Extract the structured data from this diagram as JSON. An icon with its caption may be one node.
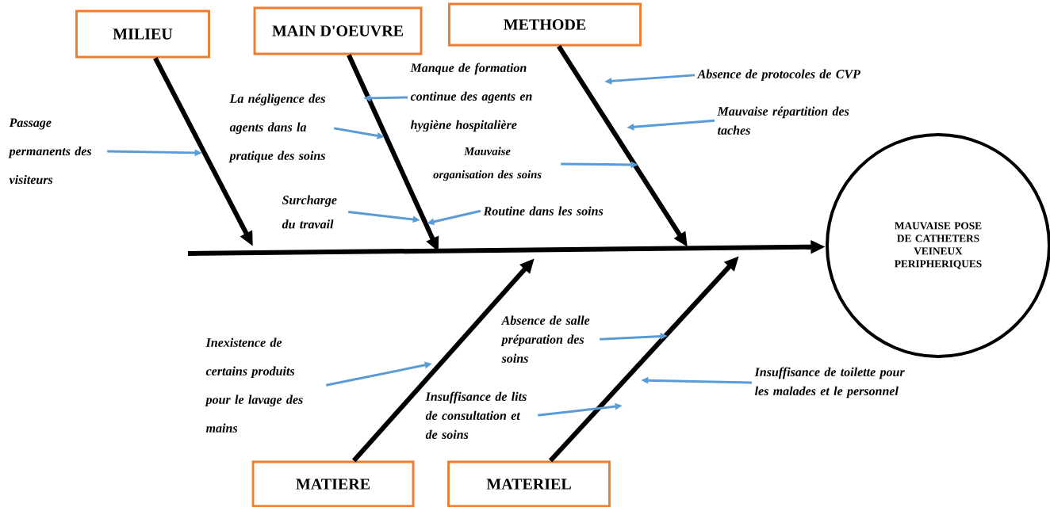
{
  "diagram": {
    "nodes": [
      {
        "text": [
          "MILIEU"
        ]
      },
      {
        "text": [
          "MAIN D'OEUVRE"
        ]
      },
      {
        "text": [
          "METHODE"
        ]
      },
      {
        "text": [
          "Manque de formation continue des agents en hygiène hospitalière"
        ]
      },
      {
        "text": [
          "Absence de protocoles de CVP"
        ]
      },
      {
        "text": [
          "La négligence des agents dans la pratique des soins"
        ]
      },
      {
        "text": [
          "Passage permanents des visiteurs"
        ]
      },
      {
        "text": [
          "Mauvaise répartition des taches"
        ]
      },
      {
        "text": [
          "Mauvaise organisation des soins"
        ]
      },
      {
        "text": [
          "Surcharge du travail"
        ]
      },
      {
        "text": [
          "Routine dans les soins"
        ]
      },
      {
        "text": [
          "MAUVAISE POSE DE CATHETERS VEINEUX PERIPHERIQUES"
        ]
      },
      {
        "text": [
          "Absence de salle préparation des soins"
        ]
      },
      {
        "text": [
          "Inexistence de certains produits pour le lavage des mains"
        ]
      },
      {
        "text": [
          "Insuffisance de toilette pour les malades et le personnel"
        ]
      },
      {
        "text": [
          "Insuffisance de lits de consultation et de soins"
        ]
      },
      {
        "text": [
          "MATIERE"
        ]
      },
      {
        "text": [
          "MATERIEL"
        ]
      }
    ],
    "edges": [
      {
        "from": null,
        "to": 11,
        "arrow": "to",
        "style": "thick",
        "color": "#000000"
      },
      {
        "from": 0,
        "to": null,
        "arrow": "to",
        "style": "thick",
        "color": "#000000"
      },
      {
        "from": 1,
        "to": null,
        "arrow": "to",
        "style": "thick",
        "color": "#000000"
      },
      {
        "from": 2,
        "to": null,
        "arrow": "to",
        "style": "thick",
        "color": "#000000"
      },
      {
        "from": 16,
        "to": null,
        "arrow": "to",
        "style": "thick",
        "color": "#000000"
      },
      {
        "from": 17,
        "to": null,
        "arrow": "to",
        "style": "thick",
        "color": "#000000"
      },
      {
        "from": 6,
        "to": null,
        "arrow": "to"
      },
      {
        "from": 5,
        "to": null,
        "arrow": "to"
      },
      {
        "from": 3,
        "to": null,
        "arrow": "to"
      },
      {
        "from": 9,
        "to": null,
        "arrow": "to"
      },
      {
        "from": 10,
        "to": null,
        "arrow": "to"
      },
      {
        "from": 8,
        "to": null,
        "arrow": "to"
      },
      {
        "from": 4,
        "to": null,
        "arrow": "to"
      },
      {
        "from": 7,
        "to": null,
        "arrow": "to"
      },
      {
        "from": 13,
        "to": null,
        "arrow": "to"
      },
      {
        "from": 12,
        "to": null,
        "arrow": "to"
      },
      {
        "from": 15,
        "to": null,
        "arrow": "to"
      },
      {
        "from": 14,
        "to": null,
        "arrow": "to"
      }
    ]
  }
}
